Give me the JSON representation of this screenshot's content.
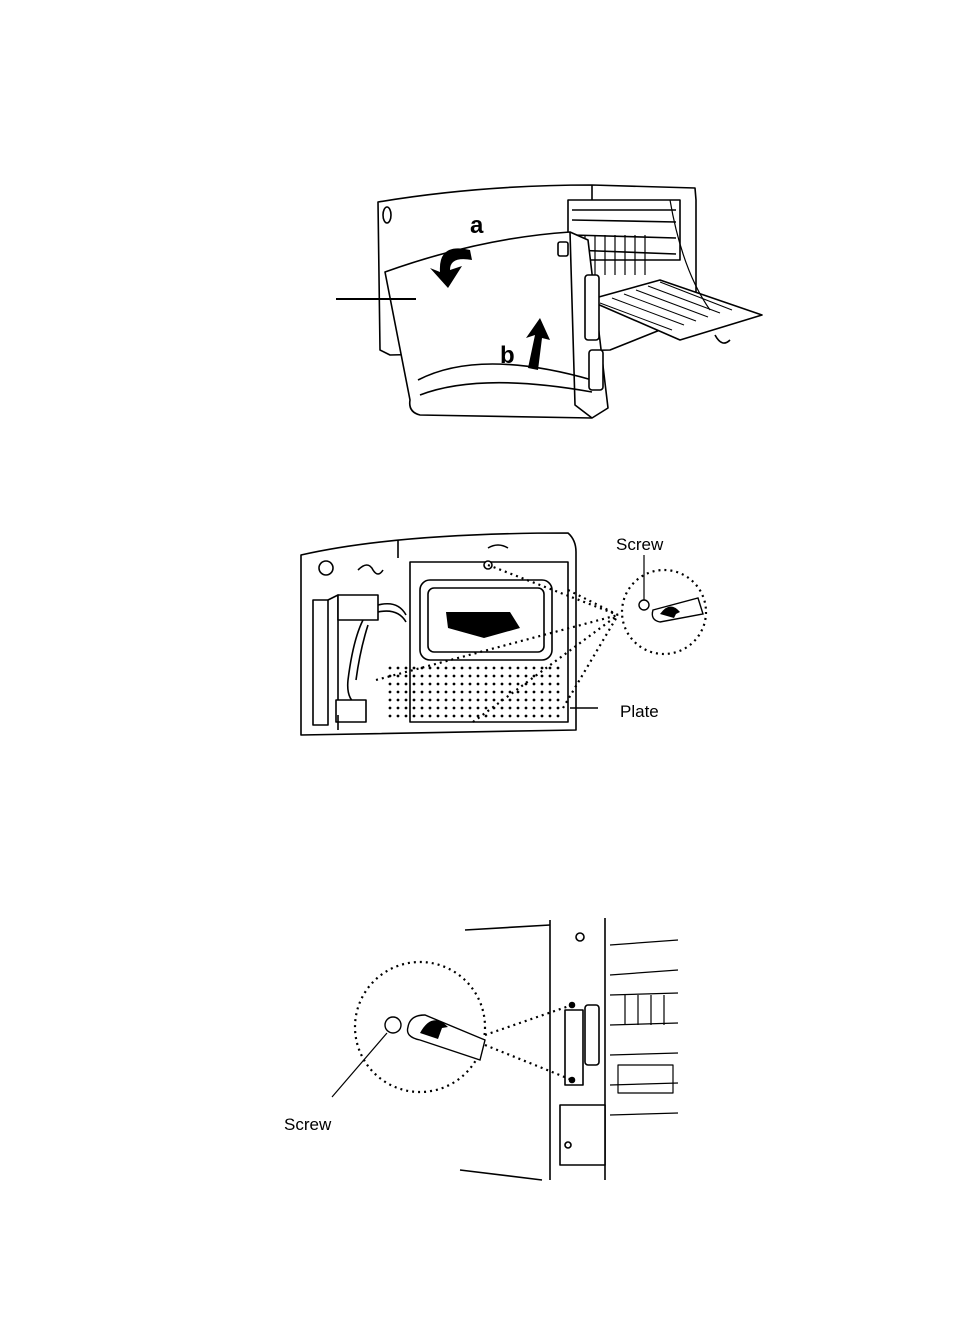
{
  "figure1": {
    "label_a": "a",
    "label_b": "b"
  },
  "figure2": {
    "screw_label": "Screw",
    "plate_label": "Plate"
  },
  "figure3": {
    "screw_label": "Screw"
  }
}
